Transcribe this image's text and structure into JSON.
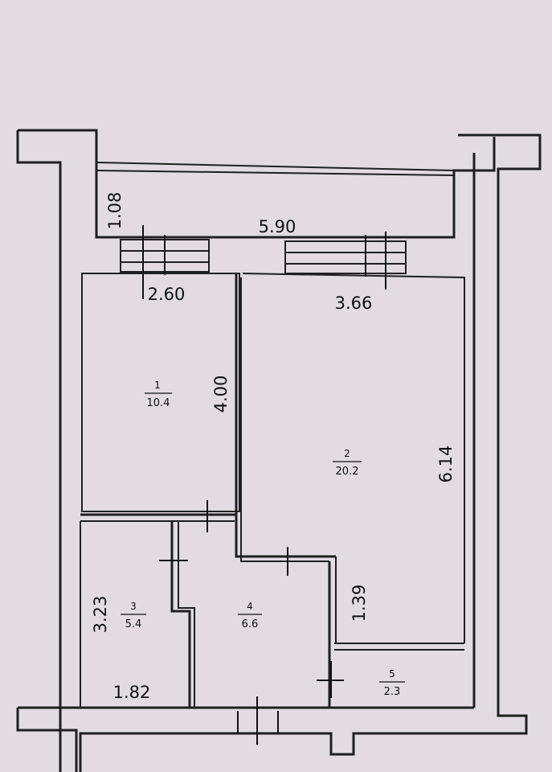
{
  "plan": {
    "dimensions": {
      "balcony_depth": "1.08",
      "balcony_length": "5.90",
      "room1_width": "2.60",
      "room2_width": "3.66",
      "room1_length": "4.00",
      "room2_length": "6.14",
      "room3_length": "3.23",
      "room3_width": "1.82",
      "room5_length": "1.39"
    },
    "rooms": [
      {
        "number": "1",
        "area": "10.4"
      },
      {
        "number": "2",
        "area": "20.2"
      },
      {
        "number": "3",
        "area": "5.4"
      },
      {
        "number": "4",
        "area": "6.6"
      },
      {
        "number": "5",
        "area": "2.3"
      }
    ]
  }
}
